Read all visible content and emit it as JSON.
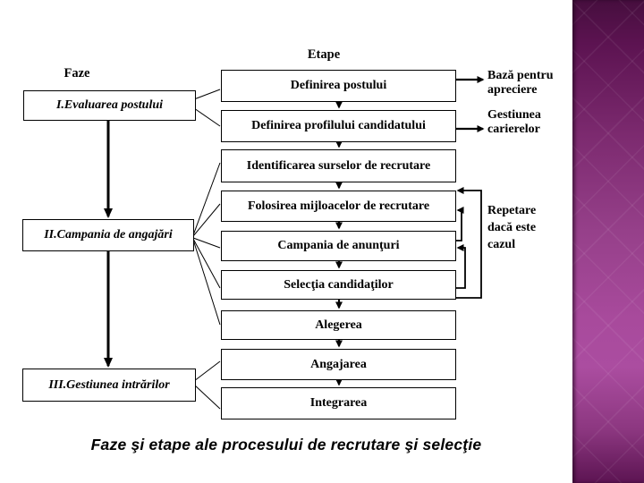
{
  "headers": {
    "phases": "Faze",
    "stages": "Etape"
  },
  "phases": [
    "I.Evaluarea postului",
    "II.Campania de angajări",
    "III.Gestiunea intrărilor"
  ],
  "stages": [
    "Definirea postului",
    "Definirea profilului candidatului",
    "Identificarea surselor de recrutare",
    "Folosirea mijloacelor de recrutare",
    "Campania de anunţuri",
    "Selecţia candidaţilor",
    "Alegerea",
    "Angajarea",
    "Integrarea"
  ],
  "annotations": {
    "appraisal_basis": "Bază pentru apreciere",
    "career_management": "Gestiunea carierelor",
    "repeat_note": "Repetare dacă este cazul"
  },
  "caption": "Faze şi etape ale procesului de recrutare şi selecţie",
  "colors": {
    "text": "#000000",
    "background": "#ffffff",
    "box_border": "#000000",
    "sidebar_top": "#460e3e",
    "sidebar_mid": "#ab4da0",
    "sidebar_bottom": "#5c1452"
  }
}
